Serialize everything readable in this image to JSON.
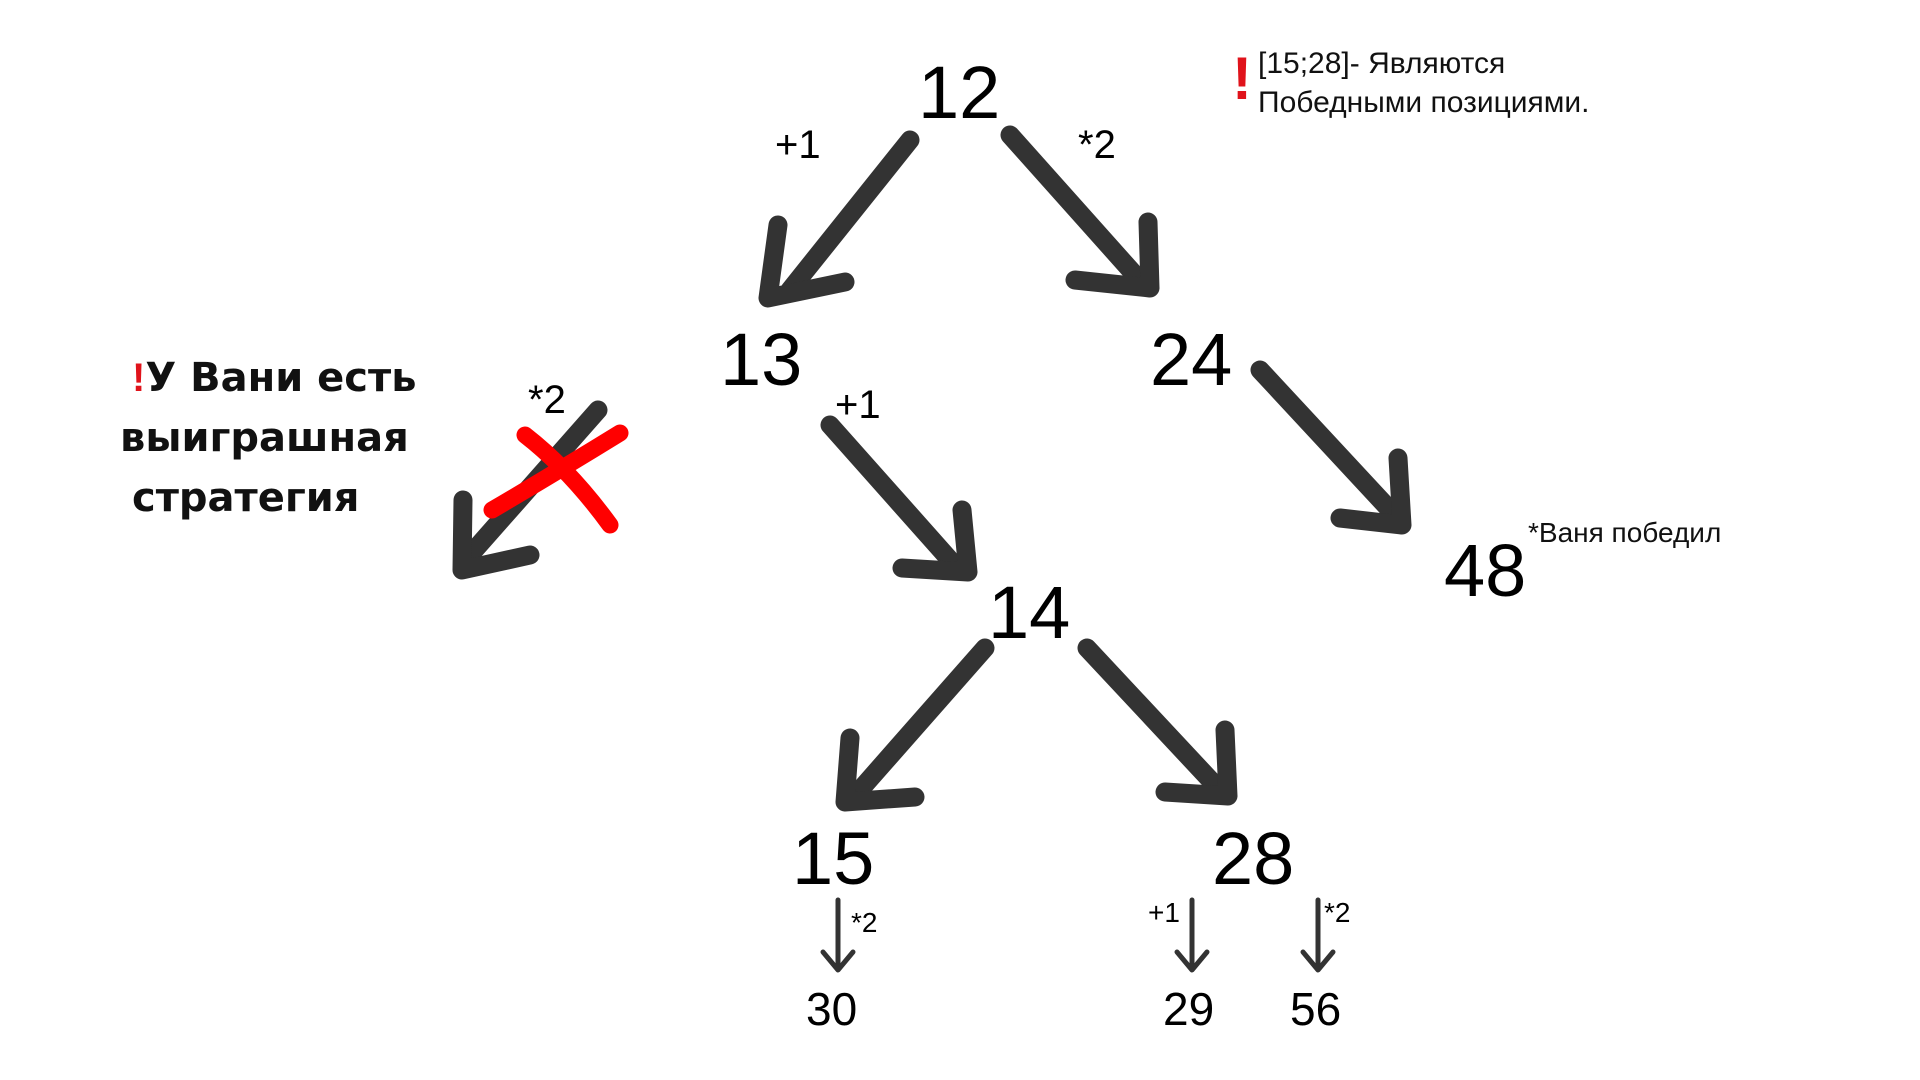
{
  "nodes": {
    "n12": "12",
    "n13": "13",
    "n24": "24",
    "n14": "14",
    "n48": "48",
    "n15": "15",
    "n28": "28",
    "n30": "30",
    "n29": "29",
    "n56": "56"
  },
  "edges": {
    "e12_13": "+1",
    "e12_24": "*2",
    "e13_14": "+1",
    "e13_cross": "*2",
    "e15_30": "*2",
    "e28_29": "+1",
    "e28_56": "*2"
  },
  "notes": {
    "winning_mark": "!",
    "winning_line1": "[15;28]- Являются",
    "winning_line2": "Победными позициями.",
    "strategy_mark": "!",
    "strategy_line1": "У Вани есть",
    "strategy_line2": "выиграшная",
    "strategy_line3": "стратегия",
    "win48": "*Ваня победил"
  },
  "colors": {
    "arrow": "#333333",
    "accent_red": "#e0131b",
    "cross": "#ff0000",
    "text": "#000000"
  }
}
